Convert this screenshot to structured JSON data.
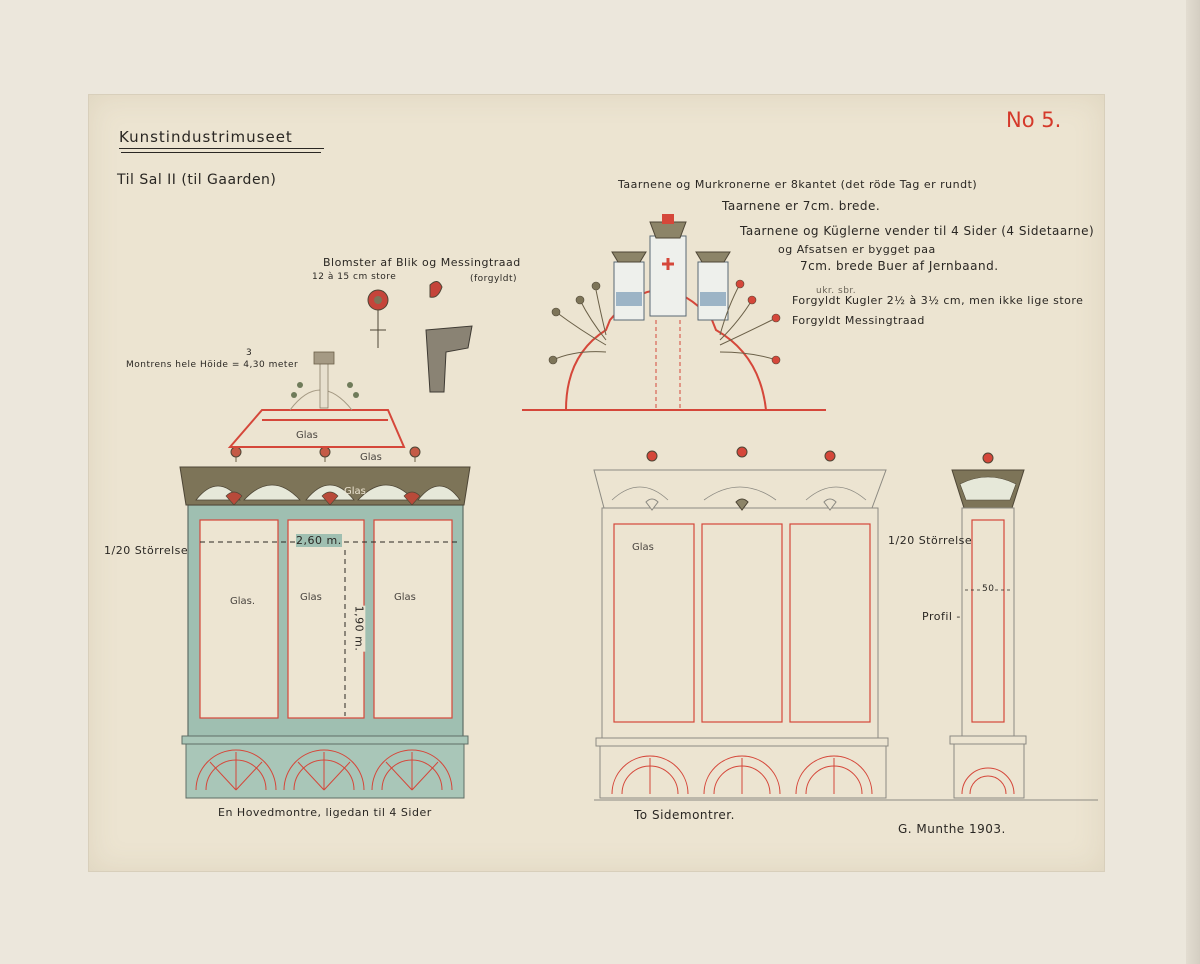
{
  "sheet": {
    "title": "Kunstindustrimuseet",
    "subtitle": "Til Sal II (til Gaarden)",
    "number": "No 5."
  },
  "notes": {
    "flowers_line1": "Blomster af Blik og Messingtraad",
    "flowers_line2": "12 à 15 cm store",
    "flowers_line3": "(forgyldt)",
    "height": "Montrens hele Höide = 4,30 meter",
    "height_mark": "3",
    "towers_line1": "Taarnene og Murkronerne er 8kantet (det röde Tag er rundt)",
    "towers_line2": "Taarnene er 7cm. brede.",
    "towers_line3": "Taarnene og Küglerne vender til 4 Sider (4 Sidetaarne)",
    "towers_line4": "og Afsatsen er bygget paa",
    "towers_line5": "7cm. brede Buer af Jernbaand.",
    "balls_line1": "Forgyldt Kugler 2½ à 3½ cm, men ikke lige store",
    "balls_line2": "Forgyldt Messingtraad",
    "balls_extra": "ukr. sbr."
  },
  "scale": {
    "left": "1/20 Störrelse",
    "right": "1/20 Störrelse"
  },
  "dimensions": {
    "width": "2,60 m.",
    "height": "1,90 m.",
    "profile_width": "50",
    "profile_label": "Profil -"
  },
  "glass_labels": {
    "top_upper": "Glas",
    "top_lower": "Glas",
    "crest": "Glas",
    "pane1": "Glas.",
    "pane2": "Glas",
    "pane3": "Glas",
    "side_pane": "Glas"
  },
  "captions": {
    "main": "En Hovedmontre, ligedan til 4 Sider",
    "side": "To Sidemontrer.",
    "signature": "G. Munthe 1903."
  }
}
